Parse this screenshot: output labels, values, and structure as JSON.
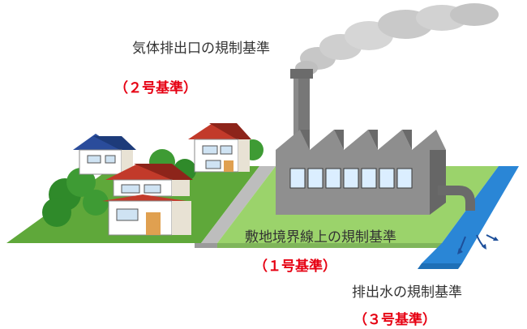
{
  "labels": {
    "gas_outlet_title": "気体排出口の規制基準",
    "gas_outlet_sub": "（２号基準）",
    "boundary_title": "敷地境界線上の規制基準",
    "boundary_sub": "（１号基準）",
    "drain_title": "排出水の規制基準",
    "drain_sub": "（３号基準）"
  },
  "colors": {
    "text": "#333333",
    "emphasis": "#e60012",
    "lawn": "#5fa83a",
    "factory_yard": "#9bd36b",
    "wall": "#a9a9a9",
    "factory": "#7c7c7c",
    "river": "#2a86d6",
    "smoke": "#c7c7c7"
  },
  "icons": [
    "smoke-icon",
    "chimney-icon",
    "factory-icon",
    "house-icon",
    "tree-icon",
    "river-icon",
    "flow-arrow-icon"
  ]
}
